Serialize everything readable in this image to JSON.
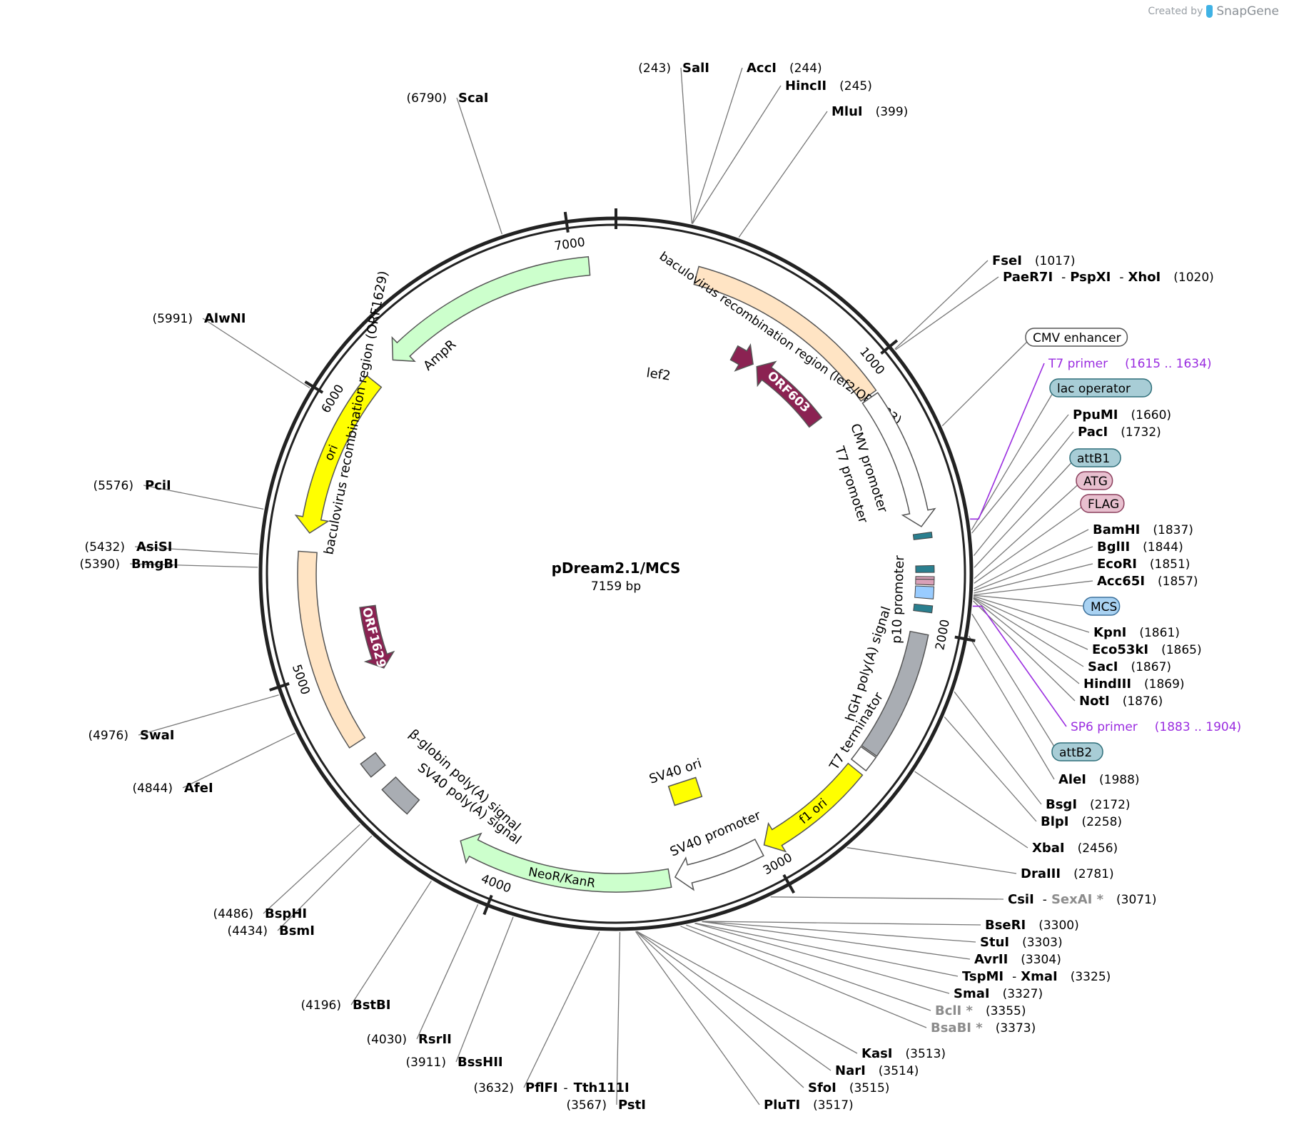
{
  "credit": {
    "created_by": "Created by",
    "brand": "SnapGene",
    "logo_icon": "snapgene-logo-icon"
  },
  "plasmid": {
    "name": "pDream2.1/MCS",
    "length": "7159 bp",
    "total_bp": 7159
  },
  "ticks": [
    {
      "pos": 0,
      "label": ""
    },
    {
      "pos": 1000,
      "label": "1000"
    },
    {
      "pos": 2000,
      "label": "2000"
    },
    {
      "pos": 3000,
      "label": "3000"
    },
    {
      "pos": 4000,
      "label": "4000"
    },
    {
      "pos": 5000,
      "label": "5000"
    },
    {
      "pos": 6000,
      "label": "6000"
    },
    {
      "pos": 7000,
      "label": "7000"
    }
  ],
  "features": [
    {
      "id": "baculovirus-recombination-region-lef2-orf603",
      "label": "baculovirus recombination region (lef2/ORF603)",
      "start": 300,
      "end": 1090,
      "ring": "outer",
      "color": "#ffe4c4",
      "arrow": "none",
      "label_path": "inside"
    },
    {
      "id": "cmv-promoter",
      "label": "CMV promoter",
      "start": 1100,
      "end": 1615,
      "ring": "outer",
      "color": "#ffffff",
      "arrow": "cw",
      "label_path": "none"
    },
    {
      "id": "hgh-polya-signal",
      "label": "hGH poly(A) signal",
      "start": 2010,
      "end": 2485,
      "ring": "outer",
      "color": "#a9adb3",
      "arrow": "none",
      "label_path": "none"
    },
    {
      "id": "t7-terminator",
      "label": "T7 terminator",
      "start": 2490,
      "end": 2550,
      "ring": "outer",
      "color": "#ffffff",
      "arrow": "none",
      "label_path": "none"
    },
    {
      "id": "f1-ori",
      "label": "f1 ori",
      "start": 2570,
      "end": 3010,
      "ring": "outer",
      "color": "#ffff00",
      "arrow": "cw",
      "label_path": "inside"
    },
    {
      "id": "sv40-promoter",
      "label": "SV40 promoter",
      "start": 3030,
      "end": 3360,
      "ring": "outer",
      "color": "#ffffff",
      "arrow": "cw",
      "label_path": "none"
    },
    {
      "id": "neor-kanr",
      "label": "NeoR/KanR",
      "start": 3380,
      "end": 4180,
      "ring": "outer",
      "color": "#ccffcc",
      "arrow": "cw",
      "label_path": "inside"
    },
    {
      "id": "sv40-polya-signal",
      "label": "SV40 poly(A) signal",
      "start": 4395,
      "end": 4520,
      "ring": "outer",
      "color": "#a9adb3",
      "arrow": "none",
      "label_path": "none"
    },
    {
      "id": "beta-globin-polya-signal",
      "label": "β-globin poly(A) signal",
      "start": 4580,
      "end": 4640,
      "ring": "outer",
      "color": "#a9adb3",
      "arrow": "none",
      "label_path": "none"
    },
    {
      "id": "baculovirus-recombination-region-orf1629",
      "label": "baculovirus recombination region (ORF1629)",
      "start": 4710,
      "end": 5450,
      "ring": "outer",
      "color": "#ffe4c4",
      "arrow": "none",
      "label_path": "none"
    },
    {
      "id": "ori",
      "label": "ori",
      "start": 5520,
      "end": 6135,
      "ring": "outer",
      "color": "#ffff00",
      "arrow": "ccw",
      "label_path": "inside"
    },
    {
      "id": "ampr",
      "label": "AmpR",
      "start": 6240,
      "end": 7060,
      "ring": "outer",
      "color": "#ccffcc",
      "arrow": "ccw",
      "label_path": "none"
    },
    {
      "id": "orf603",
      "label": "ORF603",
      "start": 680,
      "end": 1050,
      "ring": "inner",
      "color": "#8b2252",
      "arrow": "ccw",
      "label_path": "inside"
    },
    {
      "id": "lef2",
      "label": "lef2",
      "start": 560,
      "end": 660,
      "ring": "inner",
      "color": "#8b2252",
      "arrow": "cw",
      "label_path": "none"
    },
    {
      "id": "orf1629",
      "label": "ORF1629",
      "start": 4930,
      "end": 5220,
      "ring": "inner",
      "color": "#8b2252",
      "arrow": "ccw",
      "label_path": "inside"
    }
  ],
  "small_features": [
    {
      "id": "lac-operator",
      "start": 1640,
      "end": 1660,
      "color": "#2a7f8f"
    },
    {
      "id": "attb1",
      "start": 1760,
      "end": 1785,
      "color": "#2a7f8f"
    },
    {
      "id": "atg",
      "start": 1800,
      "end": 1810,
      "color": "#d9a0b8"
    },
    {
      "id": "flag",
      "start": 1810,
      "end": 1830,
      "color": "#d9a0b8"
    },
    {
      "id": "mcs",
      "start": 1836,
      "end": 1880,
      "color": "#99ccff"
    },
    {
      "id": "attb2",
      "start": 1905,
      "end": 1930,
      "color": "#2a7f8f"
    }
  ],
  "feature_labels": [
    {
      "id": "lef2-label",
      "text": "lef2"
    },
    {
      "id": "ampr-label",
      "text": "AmpR"
    },
    {
      "id": "cmv-t7-promoter-label",
      "text": "CMV promoter"
    },
    {
      "id": "t7-promoter-label",
      "text": "T7 promoter"
    },
    {
      "id": "p10-promoter-label",
      "text": "p10 promoter"
    },
    {
      "id": "hgh-label",
      "text": "hGH poly(A) signal"
    },
    {
      "id": "t7-terminator-label",
      "text": "T7 terminator"
    },
    {
      "id": "sv40-promoter-label",
      "text": "SV40 promoter"
    },
    {
      "id": "sv40-ori-label",
      "text": "SV40 ori"
    },
    {
      "id": "sv40-polya-label",
      "text": "SV40 poly(A) signal"
    },
    {
      "id": "beta-globin-label",
      "text": "β-globin poly(A) signal"
    },
    {
      "id": "bac-orf1629-label",
      "text": "baculovirus recombination region (ORF1629)"
    }
  ],
  "sv40_ori": {
    "label": "SV40 ori",
    "color": "#ffff00"
  },
  "annotations_right": [
    {
      "text": "CMV enhancer",
      "style": "pill",
      "fill": "#ffffff",
      "stroke": "#555555",
      "pos": 1305
    },
    {
      "text": "T7 primer",
      "range": "(1615 .. 1634)",
      "style": "primer",
      "pos": 1615
    },
    {
      "text": "lac operator",
      "style": "pill",
      "fill": "#a8cdd6",
      "stroke": "#2f6f7a",
      "pos": 1650
    },
    {
      "text": "attB1",
      "style": "pill",
      "fill": "#a8cdd6",
      "stroke": "#2f6f7a",
      "pos": 1770
    },
    {
      "text": "ATG",
      "style": "pill",
      "fill": "#e8c0cf",
      "stroke": "#8b3f5d",
      "pos": 1805
    },
    {
      "text": "FLAG",
      "style": "pill",
      "fill": "#e8c0cf",
      "stroke": "#8b3f5d",
      "pos": 1820
    },
    {
      "text": "MCS",
      "style": "pill",
      "fill": "#a9d2f2",
      "stroke": "#3a6f9a",
      "pos": 1858
    },
    {
      "text": "SP6 primer",
      "range": "(1883 .. 1904)",
      "style": "primer",
      "pos": 1893
    },
    {
      "text": "attB2",
      "style": "pill",
      "fill": "#a8cdd6",
      "stroke": "#2f6f7a",
      "pos": 1918
    }
  ],
  "restriction_sites": [
    {
      "id": "sali",
      "parts": [
        {
          "name": "SalI"
        }
      ],
      "pos_label": "(243)",
      "pos": 243,
      "side": "left"
    },
    {
      "id": "acci",
      "parts": [
        {
          "name": "AccI"
        }
      ],
      "pos_label": "(244)",
      "pos": 244,
      "side": "right"
    },
    {
      "id": "hincii",
      "parts": [
        {
          "name": "HincII"
        }
      ],
      "pos_label": "(245)",
      "pos": 245,
      "side": "right"
    },
    {
      "id": "mlui",
      "parts": [
        {
          "name": "MluI"
        }
      ],
      "pos_label": "(399)",
      "pos": 399,
      "side": "right"
    },
    {
      "id": "fsei",
      "parts": [
        {
          "name": "FseI"
        }
      ],
      "pos_label": "(1017)",
      "pos": 1017,
      "side": "right"
    },
    {
      "id": "paer7i",
      "parts": [
        {
          "name": "PaeR7I"
        },
        {
          "name": "PspXI"
        },
        {
          "name": "XhoI"
        }
      ],
      "pos_label": "(1020)",
      "pos": 1020,
      "side": "right"
    },
    {
      "id": "ppumi",
      "parts": [
        {
          "name": "PpuMI"
        }
      ],
      "pos_label": "(1660)",
      "pos": 1660,
      "side": "right"
    },
    {
      "id": "paci",
      "parts": [
        {
          "name": "PacI"
        }
      ],
      "pos_label": "(1732)",
      "pos": 1732,
      "side": "right"
    },
    {
      "id": "bamhi",
      "parts": [
        {
          "name": "BamHI"
        }
      ],
      "pos_label": "(1837)",
      "pos": 1837,
      "side": "right"
    },
    {
      "id": "bglii",
      "parts": [
        {
          "name": "BglII"
        }
      ],
      "pos_label": "(1844)",
      "pos": 1844,
      "side": "right"
    },
    {
      "id": "ecori",
      "parts": [
        {
          "name": "EcoRI"
        }
      ],
      "pos_label": "(1851)",
      "pos": 1851,
      "side": "right"
    },
    {
      "id": "acc65i",
      "parts": [
        {
          "name": "Acc65I"
        }
      ],
      "pos_label": "(1857)",
      "pos": 1857,
      "side": "right"
    },
    {
      "id": "kpni",
      "parts": [
        {
          "name": "KpnI"
        }
      ],
      "pos_label": "(1861)",
      "pos": 1861,
      "side": "right"
    },
    {
      "id": "eco53ki",
      "parts": [
        {
          "name": "Eco53kI"
        }
      ],
      "pos_label": "(1865)",
      "pos": 1865,
      "side": "right"
    },
    {
      "id": "saci",
      "parts": [
        {
          "name": "SacI"
        }
      ],
      "pos_label": "(1867)",
      "pos": 1867,
      "side": "right"
    },
    {
      "id": "hindiii",
      "parts": [
        {
          "name": "HindIII"
        }
      ],
      "pos_label": "(1869)",
      "pos": 1869,
      "side": "right"
    },
    {
      "id": "noti",
      "parts": [
        {
          "name": "NotI"
        }
      ],
      "pos_label": "(1876)",
      "pos": 1876,
      "side": "right"
    },
    {
      "id": "alei",
      "parts": [
        {
          "name": "AleI"
        }
      ],
      "pos_label": "(1988)",
      "pos": 1988,
      "side": "right"
    },
    {
      "id": "bsgi",
      "parts": [
        {
          "name": "BsgI"
        }
      ],
      "pos_label": "(2172)",
      "pos": 2172,
      "side": "right"
    },
    {
      "id": "blpi",
      "parts": [
        {
          "name": "BlpI"
        }
      ],
      "pos_label": "(2258)",
      "pos": 2258,
      "side": "right"
    },
    {
      "id": "xbai",
      "parts": [
        {
          "name": "XbaI"
        }
      ],
      "pos_label": "(2456)",
      "pos": 2456,
      "side": "right"
    },
    {
      "id": "draiii",
      "parts": [
        {
          "name": "DraIII"
        }
      ],
      "pos_label": "(2781)",
      "pos": 2781,
      "side": "right"
    },
    {
      "id": "csii",
      "parts": [
        {
          "name": "CsiI"
        },
        {
          "name": "SexAI",
          "star": true
        }
      ],
      "pos_label": "(3071)",
      "pos": 3071,
      "side": "right"
    },
    {
      "id": "bseri",
      "parts": [
        {
          "name": "BseRI"
        }
      ],
      "pos_label": "(3300)",
      "pos": 3300,
      "side": "right"
    },
    {
      "id": "stui",
      "parts": [
        {
          "name": "StuI"
        }
      ],
      "pos_label": "(3303)",
      "pos": 3303,
      "side": "right"
    },
    {
      "id": "avrii",
      "parts": [
        {
          "name": "AvrII"
        }
      ],
      "pos_label": "(3304)",
      "pos": 3304,
      "side": "right"
    },
    {
      "id": "tspmi",
      "parts": [
        {
          "name": "TspMI"
        },
        {
          "name": "XmaI"
        }
      ],
      "pos_label": "(3325)",
      "pos": 3325,
      "side": "right"
    },
    {
      "id": "smai",
      "parts": [
        {
          "name": "SmaI"
        }
      ],
      "pos_label": "(3327)",
      "pos": 3327,
      "side": "right"
    },
    {
      "id": "bcli",
      "parts": [
        {
          "name": "BclI",
          "star": true
        }
      ],
      "pos_label": "(3355)",
      "pos": 3355,
      "side": "right"
    },
    {
      "id": "bsabi",
      "parts": [
        {
          "name": "BsaBI",
          "star": true
        }
      ],
      "pos_label": "(3373)",
      "pos": 3373,
      "side": "right"
    },
    {
      "id": "kasi",
      "parts": [
        {
          "name": "KasI"
        }
      ],
      "pos_label": "(3513)",
      "pos": 3513,
      "side": "right"
    },
    {
      "id": "nari",
      "parts": [
        {
          "name": "NarI"
        }
      ],
      "pos_label": "(3514)",
      "pos": 3514,
      "side": "right"
    },
    {
      "id": "sfoi",
      "parts": [
        {
          "name": "SfoI"
        }
      ],
      "pos_label": "(3515)",
      "pos": 3515,
      "side": "right"
    },
    {
      "id": "pluti",
      "parts": [
        {
          "name": "PluTI"
        }
      ],
      "pos_label": "(3517)",
      "pos": 3517,
      "side": "right"
    },
    {
      "id": "psti",
      "parts": [
        {
          "name": "PstI"
        }
      ],
      "pos_label": "(3567)",
      "pos": 3567,
      "side": "left"
    },
    {
      "id": "pflfi",
      "parts": [
        {
          "name": "PflFI"
        },
        {
          "name": "Tth111I"
        }
      ],
      "pos_label": "(3632)",
      "pos": 3632,
      "side": "left"
    },
    {
      "id": "bsshii",
      "parts": [
        {
          "name": "BssHII"
        }
      ],
      "pos_label": "(3911)",
      "pos": 3911,
      "side": "left"
    },
    {
      "id": "rsrii",
      "parts": [
        {
          "name": "RsrII"
        }
      ],
      "pos_label": "(4030)",
      "pos": 4030,
      "side": "left"
    },
    {
      "id": "bstbi",
      "parts": [
        {
          "name": "BstBI"
        }
      ],
      "pos_label": "(4196)",
      "pos": 4196,
      "side": "left"
    },
    {
      "id": "bsmi",
      "parts": [
        {
          "name": "BsmI"
        }
      ],
      "pos_label": "(4434)",
      "pos": 4434,
      "side": "left"
    },
    {
      "id": "bsphi",
      "parts": [
        {
          "name": "BspHI"
        }
      ],
      "pos_label": "(4486)",
      "pos": 4486,
      "side": "left"
    },
    {
      "id": "afei",
      "parts": [
        {
          "name": "AfeI"
        }
      ],
      "pos_label": "(4844)",
      "pos": 4844,
      "side": "left"
    },
    {
      "id": "swai",
      "parts": [
        {
          "name": "SwaI"
        }
      ],
      "pos_label": "(4976)",
      "pos": 4976,
      "side": "left"
    },
    {
      "id": "bmgbi",
      "parts": [
        {
          "name": "BmgBI"
        }
      ],
      "pos_label": "(5390)",
      "pos": 5390,
      "side": "left"
    },
    {
      "id": "asisi",
      "parts": [
        {
          "name": "AsiSI"
        }
      ],
      "pos_label": "(5432)",
      "pos": 5432,
      "side": "left"
    },
    {
      "id": "pcii",
      "parts": [
        {
          "name": "PciI"
        }
      ],
      "pos_label": "(5576)",
      "pos": 5576,
      "side": "left"
    },
    {
      "id": "alwni",
      "parts": [
        {
          "name": "AlwNI"
        }
      ],
      "pos_label": "(5991)",
      "pos": 5991,
      "side": "left"
    },
    {
      "id": "scai",
      "parts": [
        {
          "name": "ScaI"
        }
      ],
      "pos_label": "(6790)",
      "pos": 6790,
      "side": "left"
    }
  ]
}
